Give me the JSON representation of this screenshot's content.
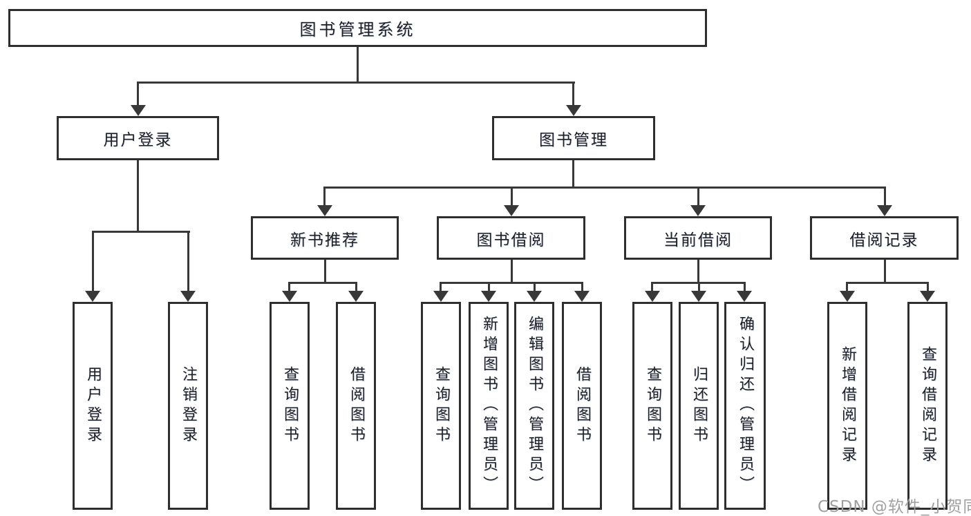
{
  "nodes": {
    "root": "图书管理系统",
    "level2": {
      "user_login": "用户登录",
      "book_management": "图书管理"
    },
    "level3": {
      "new_book_recommend": "新书推荐",
      "book_borrowing": "图书借阅",
      "current_borrowing": "当前借阅",
      "borrowing_records": "借阅记录"
    },
    "leaves": {
      "user_login": "用户登录",
      "logout": "注销登录",
      "nb_query_books": "查询图书",
      "nb_borrow_books": "借阅图书",
      "bb_query_books": "查询图书",
      "bb_add_book_admin": "新增图书（管理员）",
      "bb_edit_book_admin": "编辑图书（管理员）",
      "bb_borrow_books": "借阅图书",
      "cb_query_books": "查询图书",
      "cb_return_books": "归还图书",
      "cb_confirm_return_admin": "确认归还（管理员）",
      "br_add_record": "新增借阅记录",
      "br_query_record": "查询借阅记录"
    }
  },
  "watermark": "CSDN @软件_小贺同学",
  "colors": {
    "line": "#383838",
    "border": "#2e2e2e",
    "text": "#1f1f1f",
    "watermark": "#a0a0a0",
    "background": "#ffffff"
  }
}
